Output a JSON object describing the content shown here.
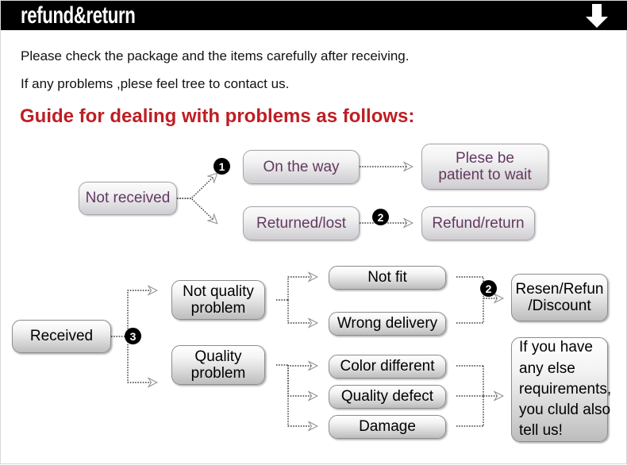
{
  "header": {
    "title": "refund&return",
    "arrow_icon": "arrow-down-icon",
    "background": "#000000",
    "text_color": "#ffffff"
  },
  "intro": {
    "line1": "Please check the package and the items carefully after receiving.",
    "line2": "If any problems ,plese feel tree to contact us.",
    "heading": "Guide for dealing with problems as follows:",
    "heading_color": "#be1e24"
  },
  "flow_not_received": {
    "badges": [
      "1",
      "2"
    ],
    "nodes": {
      "not_received": "Not received",
      "on_the_way": "On the way",
      "returned_lost": "Returned/lost",
      "plese_be_patient": "Plese be\npatient to wait",
      "refund_return": "Refund/return"
    },
    "text_color": "#63395f"
  },
  "flow_received": {
    "badges": [
      "3",
      "2"
    ],
    "nodes": {
      "received": "Received",
      "not_quality_problem": "Not quality\nproblem",
      "quality_problem": "Quality\nproblem",
      "not_fit": "Not fit",
      "wrong_delivery": "Wrong delivery",
      "color_different": "Color different",
      "quality_defect": "Quality defect",
      "damage": "Damage",
      "resend_refund_discount": "Resen/Refun\n/Discount",
      "contact_note": "If you have\nany else\nrequirements,\nyou cluld also\ntell us!"
    },
    "text_color": "#000000"
  }
}
